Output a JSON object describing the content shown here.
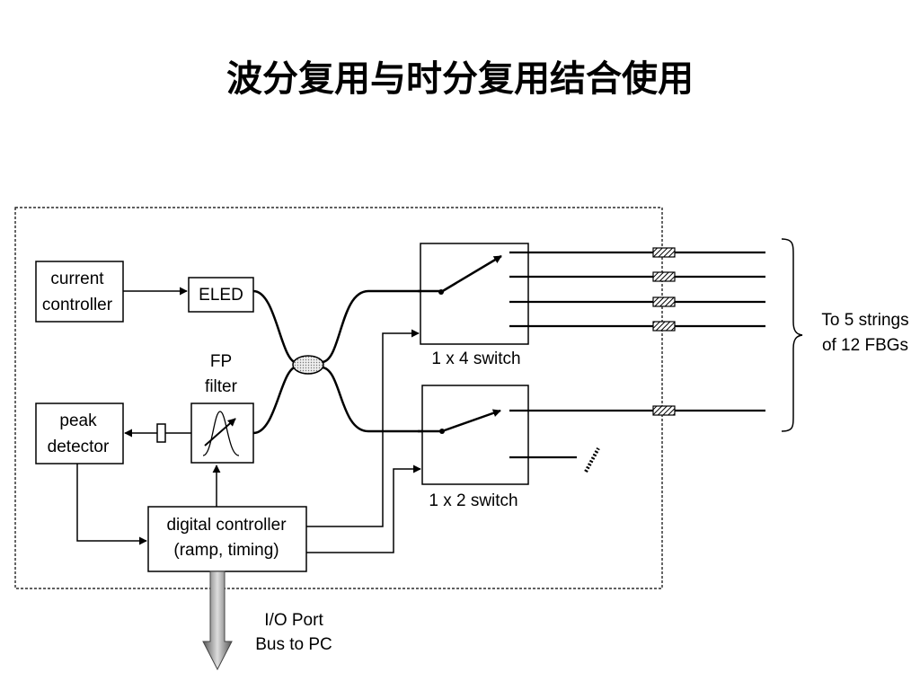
{
  "title": "波分复用与时分复用结合使用",
  "blocks": {
    "current_controller": [
      "current",
      "controller"
    ],
    "eled": "ELED",
    "fp_filter": [
      "FP",
      "filter"
    ],
    "peak_detector": [
      "peak",
      "detector"
    ],
    "digital_controller": [
      "digital controller",
      "(ramp, timing)"
    ],
    "switch_1x4": "1 x 4 switch",
    "switch_1x2": "1 x 2 switch",
    "fbg_note": [
      "To 5 strings",
      "of 12 FBGs"
    ],
    "io_port": [
      "I/O Port",
      "Bus to PC"
    ]
  }
}
